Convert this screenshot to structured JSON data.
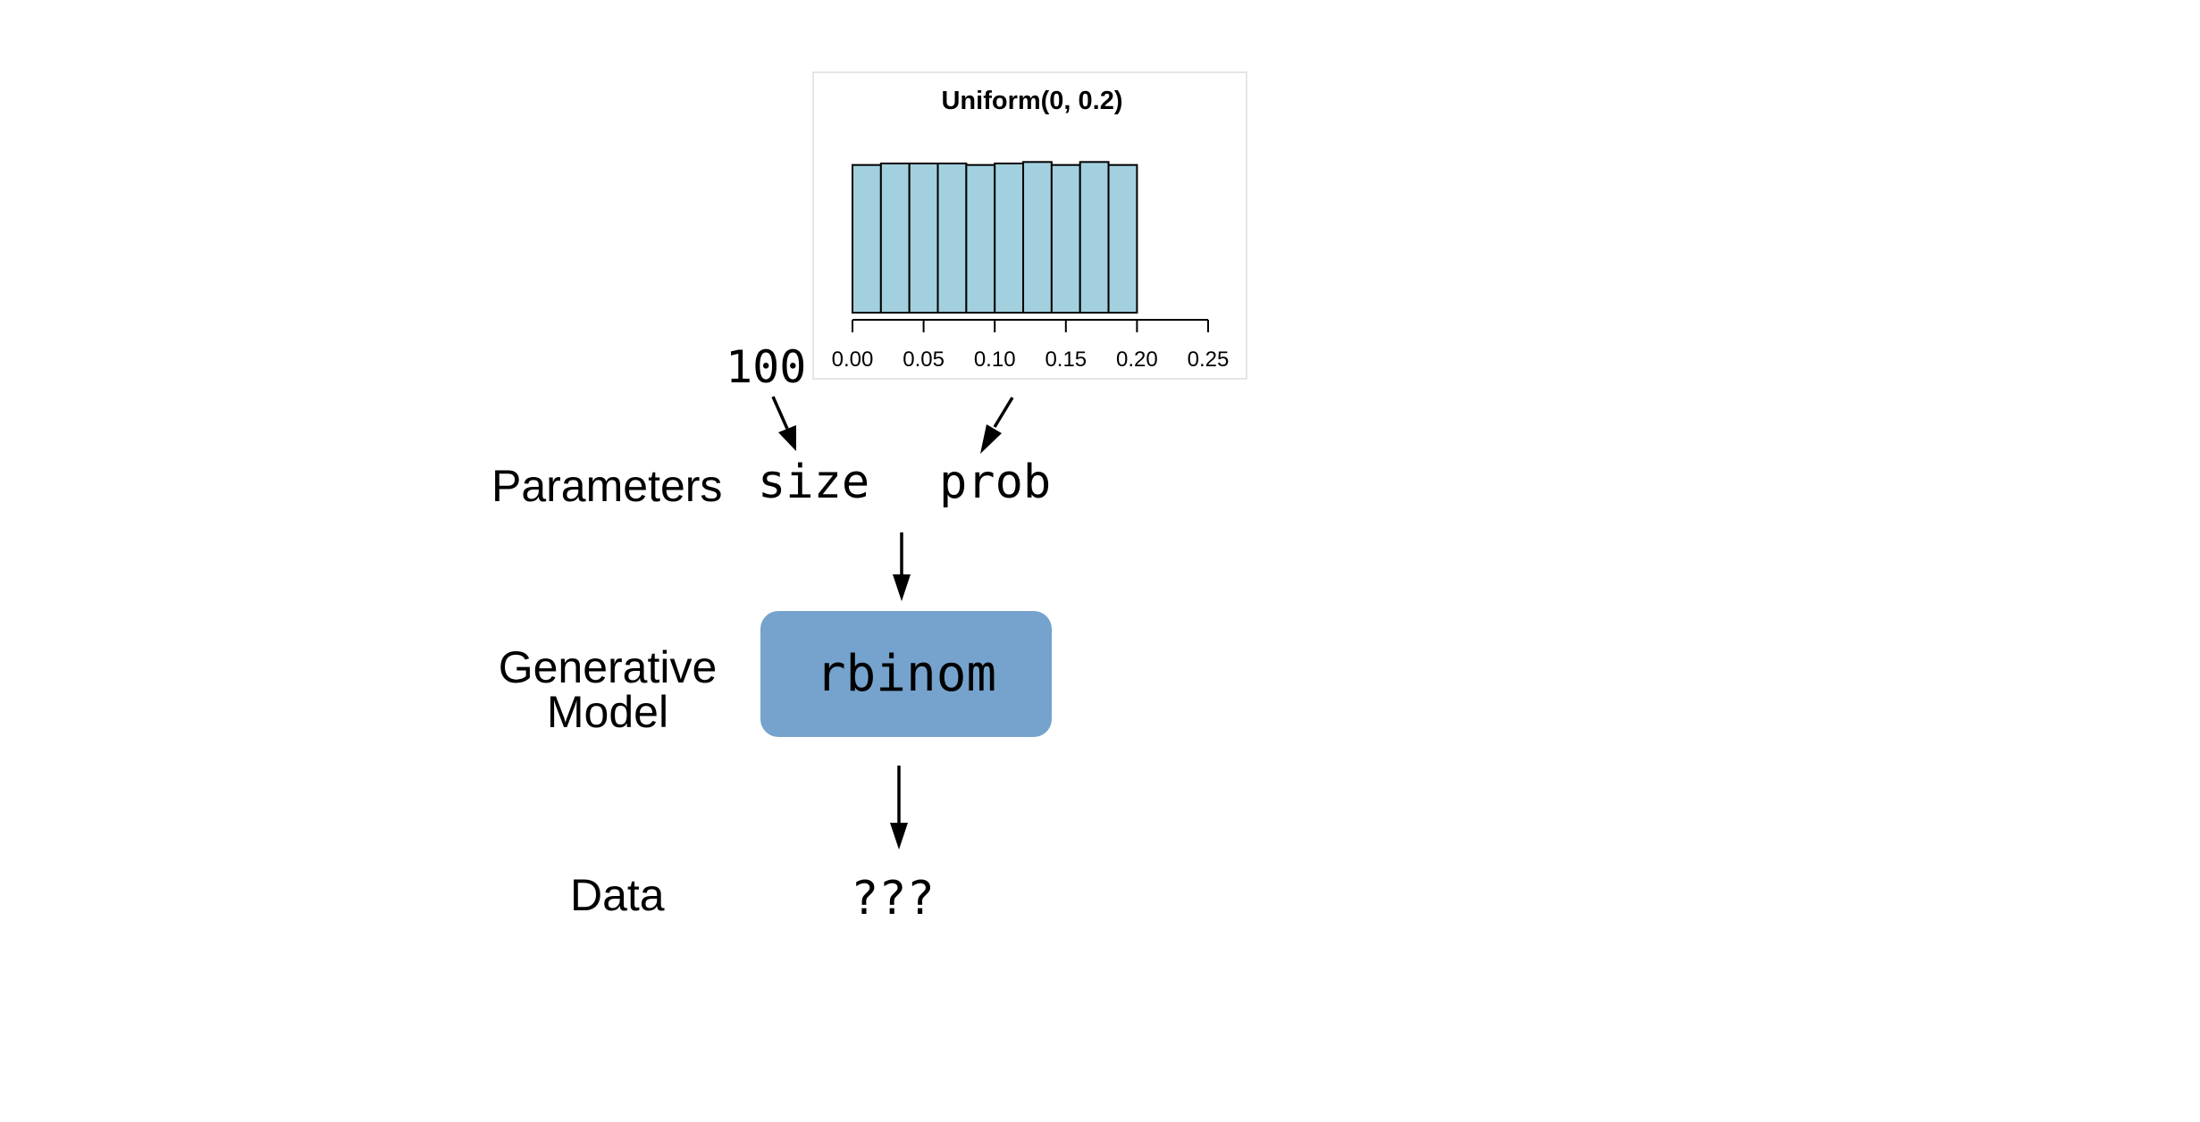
{
  "diagram": {
    "size_value": "100",
    "labels": {
      "parameters": "Parameters",
      "generative_line1": "Generative",
      "generative_line2": "Model",
      "data": "Data"
    },
    "params": {
      "size": "size",
      "prob": "prob"
    },
    "model_name": "rbinom",
    "data_value": "???",
    "colors": {
      "model_box": "#75a3cd",
      "histogram_fill": "#a2d0de",
      "stroke": "#000000"
    }
  },
  "chart_data": {
    "type": "bar",
    "title": "Uniform(0, 0.2)",
    "xlabel": "",
    "ylabel": "",
    "bin_edges": [
      0.0,
      0.02,
      0.04,
      0.06,
      0.08,
      0.1,
      0.12,
      0.14,
      0.16,
      0.18,
      0.2
    ],
    "values": [
      0.99,
      1.0,
      1.0,
      1.0,
      0.99,
      1.0,
      1.01,
      0.99,
      1.01,
      0.99
    ],
    "xlim": [
      0.0,
      0.25
    ],
    "xticks": [
      "0.00",
      "0.05",
      "0.10",
      "0.15",
      "0.20",
      "0.25"
    ],
    "xtick_values": [
      0.0,
      0.05,
      0.1,
      0.15,
      0.2,
      0.25
    ],
    "y_axis_shown": false,
    "grid": false,
    "legend": "none"
  }
}
